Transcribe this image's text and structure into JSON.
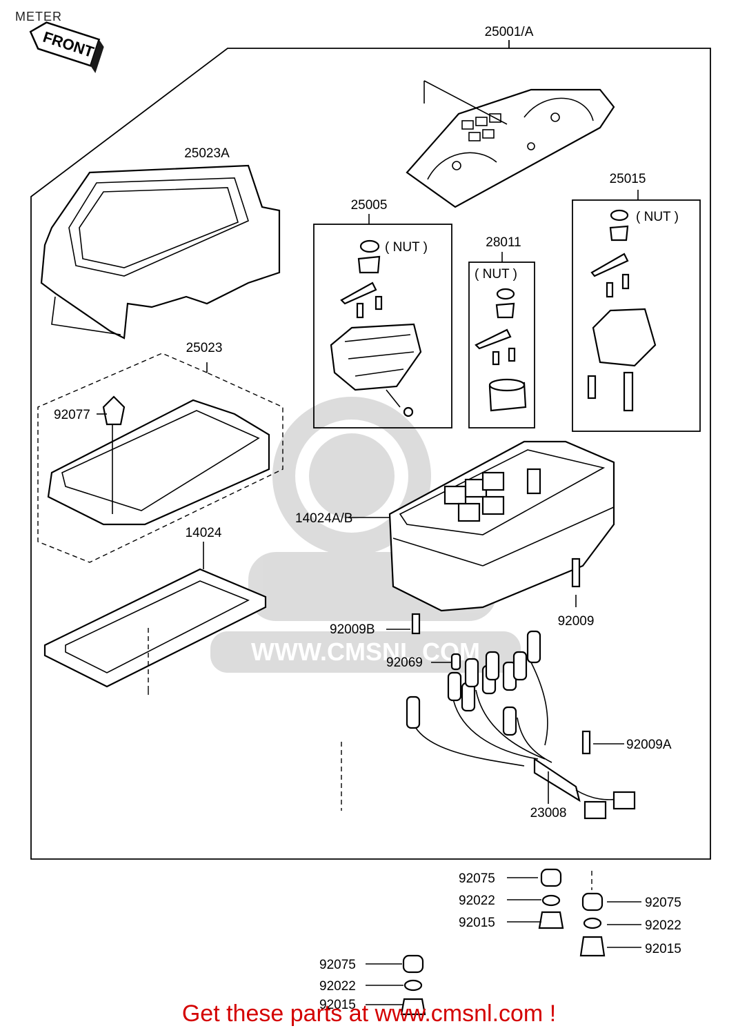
{
  "page": {
    "title": "METER",
    "footer": "Get these parts at www.cmsnl.com !",
    "watermark_url": "WWW.CMSNL.COM",
    "front_label": "FRONT"
  },
  "callouts": [
    {
      "id": "25001A",
      "text": "25001/A"
    },
    {
      "id": "25023A",
      "text": "25023A"
    },
    {
      "id": "25005",
      "text": "25005"
    },
    {
      "id": "28011",
      "text": "28011"
    },
    {
      "id": "25015",
      "text": "25015"
    },
    {
      "id": "25023",
      "text": "25023"
    },
    {
      "id": "92077",
      "text": "92077"
    },
    {
      "id": "14024",
      "text": "14024"
    },
    {
      "id": "14024AB",
      "text": "14024A/B"
    },
    {
      "id": "92009",
      "text": "92009"
    },
    {
      "id": "92009B",
      "text": "92009B"
    },
    {
      "id": "92069",
      "text": "92069"
    },
    {
      "id": "92009A",
      "text": "92009A"
    },
    {
      "id": "23008",
      "text": "23008"
    },
    {
      "id": "92075a",
      "text": "92075"
    },
    {
      "id": "92022a",
      "text": "92022"
    },
    {
      "id": "92015a",
      "text": "92015"
    },
    {
      "id": "92075b",
      "text": "92075"
    },
    {
      "id": "92022b",
      "text": "92022"
    },
    {
      "id": "92015b",
      "text": "92015"
    },
    {
      "id": "92075c",
      "text": "92075"
    },
    {
      "id": "92022c",
      "text": "92022"
    },
    {
      "id": "92015c",
      "text": "92015"
    }
  ],
  "nut_labels": [
    {
      "id": "nut-25005",
      "text": "( NUT )"
    },
    {
      "id": "nut-28011",
      "text": "( NUT )"
    },
    {
      "id": "nut-25015",
      "text": "( NUT )"
    }
  ]
}
